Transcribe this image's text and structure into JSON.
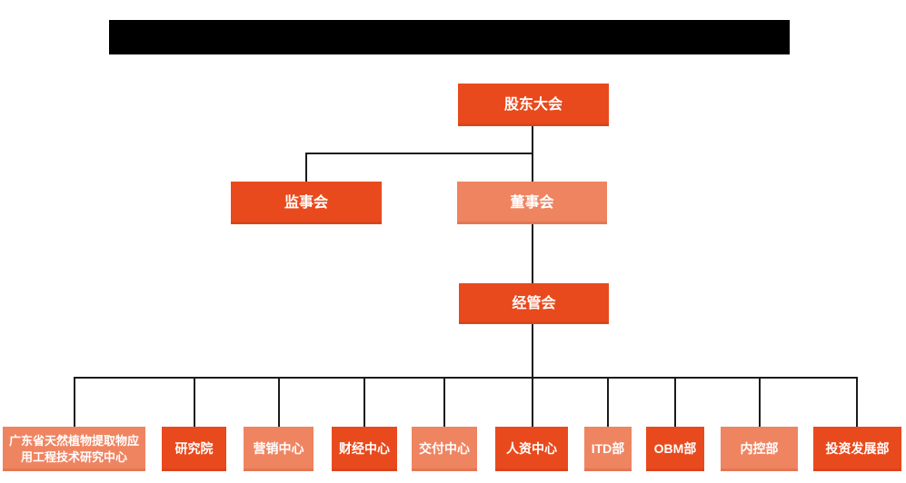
{
  "header": {
    "redacted_title": ""
  },
  "org": {
    "root": {
      "label": "股东大会",
      "variant": "dark"
    },
    "level2": [
      {
        "label": "监事会",
        "variant": "dark"
      },
      {
        "label": "董事会",
        "variant": "light"
      }
    ],
    "level3": {
      "label": "经管会",
      "variant": "dark"
    },
    "departments": [
      {
        "label": "广东省天然植物提取物应用工程技术研究中心",
        "variant": "light"
      },
      {
        "label": "研究院",
        "variant": "dark"
      },
      {
        "label": "营销中心",
        "variant": "light"
      },
      {
        "label": "财经中心",
        "variant": "dark"
      },
      {
        "label": "交付中心",
        "variant": "light"
      },
      {
        "label": "人资中心",
        "variant": "dark"
      },
      {
        "label": "ITD部",
        "variant": "light"
      },
      {
        "label": "OBM部",
        "variant": "dark"
      },
      {
        "label": "内控部",
        "variant": "light"
      },
      {
        "label": "投资发展部",
        "variant": "dark"
      }
    ],
    "colors": {
      "dark": "#E84A1D",
      "light": "#EF8461",
      "line": "#1B1B1B",
      "redaction": "#000000"
    }
  }
}
